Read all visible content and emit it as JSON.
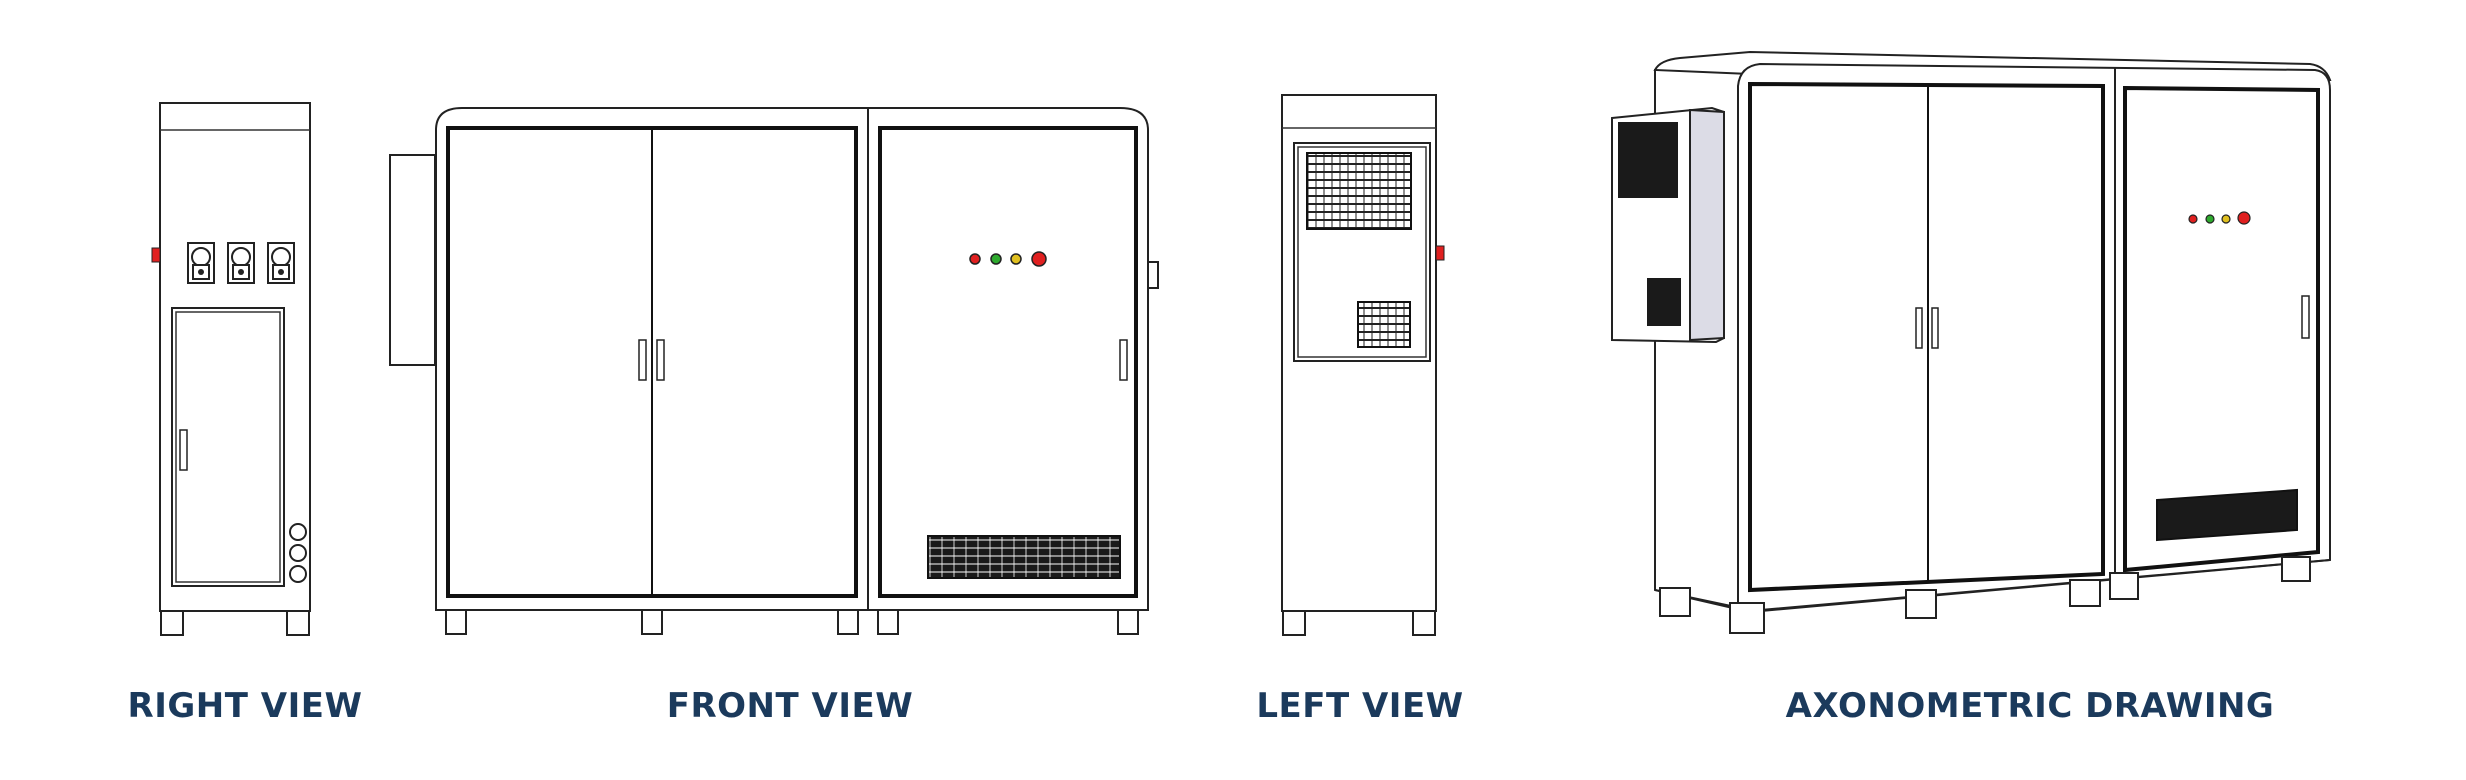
{
  "views": {
    "right": {
      "label": "RIGHT VIEW"
    },
    "front": {
      "label": "FRONT VIEW"
    },
    "left": {
      "label": "LEFT VIEW"
    },
    "axonometric": {
      "label": "AXONOMETRIC DRAWING"
    }
  },
  "colors": {
    "label_text": "#1b3a5c",
    "line": "#222222",
    "indicator_red": "#e02020",
    "indicator_green": "#2eaa2e",
    "indicator_yellow": "#e0c020",
    "vent_dark": "#1a1a1a",
    "ac_side_panel": "#dcdce6"
  },
  "indicator_lights": [
    "red",
    "green",
    "yellow",
    "red"
  ]
}
